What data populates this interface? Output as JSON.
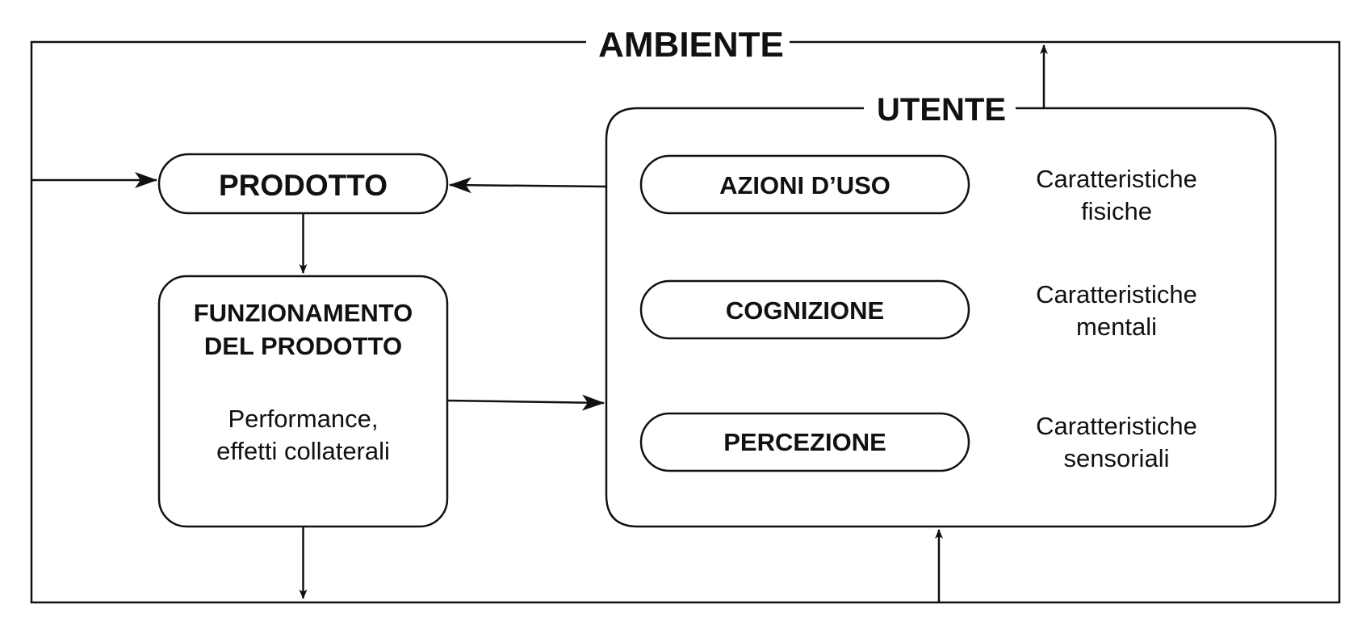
{
  "environment": {
    "title": "AMBIENTE"
  },
  "product": {
    "label": "PRODOTTO"
  },
  "functioning": {
    "title_line1": "FUNZIONAMENTO",
    "title_line2": "DEL PRODOTTO",
    "desc_line1": "Performance,",
    "desc_line2": "effetti collaterali"
  },
  "user": {
    "title": "UTENTE",
    "items": [
      {
        "label": "AZIONI D’USO",
        "char_line1": "Caratteristiche",
        "char_line2": "fisiche"
      },
      {
        "label": "COGNIZIONE",
        "char_line1": "Caratteristiche",
        "char_line2": "mentali"
      },
      {
        "label": "PERCEZIONE",
        "char_line1": "Caratteristiche",
        "char_line2": "sensoriali"
      }
    ]
  },
  "colors": {
    "stroke": "#111111",
    "background": "#ffffff"
  }
}
